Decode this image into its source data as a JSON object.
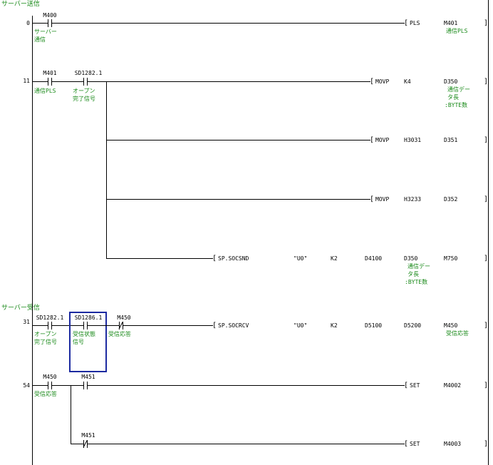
{
  "sections": {
    "server_send": "サーバー送信",
    "server_receive": "サーバー受信"
  },
  "rungs": [
    {
      "step": "0"
    },
    {
      "step": "11"
    },
    {
      "step": "31"
    },
    {
      "step": "54"
    }
  ],
  "contacts": {
    "m400": {
      "device": "M400",
      "comment": [
        "サーバー",
        "通信"
      ]
    },
    "m401": {
      "device": "M401",
      "comment": [
        "通信PLS"
      ]
    },
    "sd1282_a": {
      "device": "SD1282.1",
      "comment": [
        "オープン",
        "完了信号"
      ]
    },
    "sd1282_b": {
      "device": "SD1282.1",
      "comment": [
        "オープン",
        "完了信号"
      ]
    },
    "sd1286": {
      "device": "SD1286.1",
      "comment": [
        "受信状態",
        "信号"
      ]
    },
    "m450_nc": {
      "device": "M450",
      "comment": [
        "受信応答"
      ]
    },
    "m450_no": {
      "device": "M450",
      "comment": [
        "受信応答"
      ]
    },
    "m451_no": {
      "device": "M451"
    },
    "m451_nc": {
      "device": "M451"
    }
  },
  "instructions": [
    {
      "op": "PLS",
      "args": [
        "M401"
      ],
      "comment": [
        "通信PLS"
      ]
    },
    {
      "op": "MOVP",
      "args": [
        "K4",
        "D350"
      ],
      "comment": [
        "通信デー",
        "タ長",
        ":BYTE数"
      ]
    },
    {
      "op": "MOVP",
      "args": [
        "H3031",
        "D351"
      ]
    },
    {
      "op": "MOVP",
      "args": [
        "H3233",
        "D352"
      ]
    },
    {
      "op": "SP.SOCSND",
      "args": [
        "\"U0\"",
        "K2",
        "D4100",
        "D350",
        "M750"
      ],
      "comment": [
        "通信デー",
        "タ長",
        ":BYTE数"
      ]
    },
    {
      "op": "SP.SOCRCV",
      "args": [
        "\"U0\"",
        "K2",
        "D5100",
        "D5200",
        "M450"
      ],
      "comment": [
        "受信応答"
      ]
    },
    {
      "op": "SET",
      "args": [
        "M4002"
      ]
    },
    {
      "op": "SET",
      "args": [
        "M4003"
      ]
    }
  ],
  "colors": {
    "comment": "#1a8a1a",
    "selection": "#1c2aa0",
    "line": "#000000"
  }
}
